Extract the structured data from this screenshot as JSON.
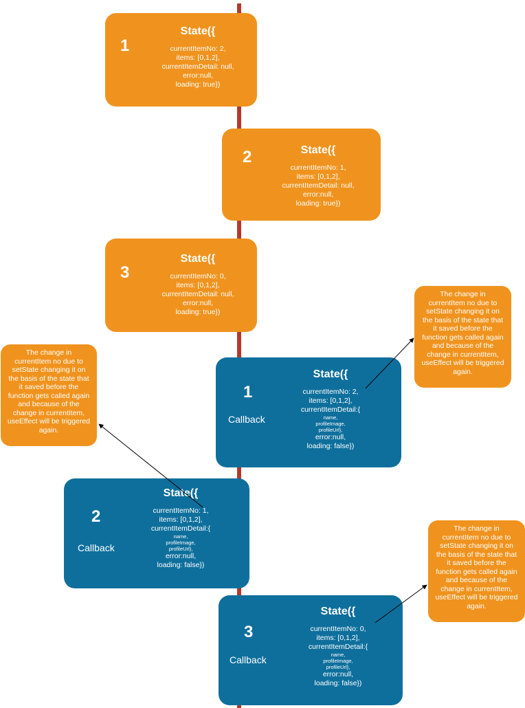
{
  "orange_states": [
    {
      "num": "1",
      "title": "State({",
      "lines": [
        "currentItemNo: 2,",
        "items: [0,1,2],",
        "currentItemDetail: null,",
        "error:null,",
        "loading: true})"
      ]
    },
    {
      "num": "2",
      "title": "State({",
      "lines": [
        "currentItemNo: 1,",
        "items: [0,1,2],",
        "currentItemDetail: null,",
        "error:null,",
        "loading: true})"
      ]
    },
    {
      "num": "3",
      "title": "State({",
      "lines": [
        "currentItemNo: 0,",
        "items: [0,1,2],",
        "currentItemDetail: null,",
        "error:null,",
        "loading: true})"
      ]
    }
  ],
  "callback_states": [
    {
      "num": "1",
      "label": "Callback",
      "title": "State({",
      "lines": [
        "currentItemNo: 2,",
        "items: [0,1,2],",
        "currentItemDetail:{"
      ],
      "sub": [
        "name,",
        "profileImage,",
        "profileUrl},"
      ],
      "tail": [
        "error:null,",
        "loading: false})"
      ]
    },
    {
      "num": "2",
      "label": "Callback",
      "title": "State({",
      "lines": [
        "currentItemNo: 1,",
        "items: [0,1,2],",
        "currentItemDetail:{"
      ],
      "sub": [
        "name,",
        "profileImage,",
        "profileUrl},"
      ],
      "tail": [
        "error:null,",
        "loading: false})"
      ]
    },
    {
      "num": "3",
      "label": "Callback",
      "title": "State({",
      "lines": [
        "currentItemNo: 0,",
        "items: [0,1,2],",
        "currentItemDetail:{"
      ],
      "sub": [
        "name,",
        "profileImage,",
        "profileUrl},"
      ],
      "tail": [
        "error:null,",
        "loading: false})"
      ]
    }
  ],
  "notes": [
    {
      "lines": [
        "The change in",
        "currentItem no due to",
        "setState changing it on",
        "the basis of the state that",
        "it saved before the",
        "function gets called again",
        "and because of the",
        "change in currentItem,",
        "useEffect will be triggered",
        "again."
      ]
    },
    {
      "lines": [
        "The change in",
        "currentItem no due to",
        "setState changing it on",
        "the basis of the state that",
        "it saved before the",
        "function gets called again",
        "and because of the",
        "change in currentItem,",
        "useEffect will be triggered",
        "again."
      ]
    },
    {
      "lines": [
        "The change in",
        "currentItem no due to",
        "setState changing it on",
        "the basis of the state that",
        "it saved before the",
        "function gets called again",
        "and because of the",
        "change in currentItem,",
        "useEffect will be triggered",
        "again."
      ]
    }
  ],
  "colors": {
    "orange": "#f0931e",
    "blue": "#0e6f9c",
    "timeline": "#b13a2b",
    "arrow": "#000000"
  }
}
